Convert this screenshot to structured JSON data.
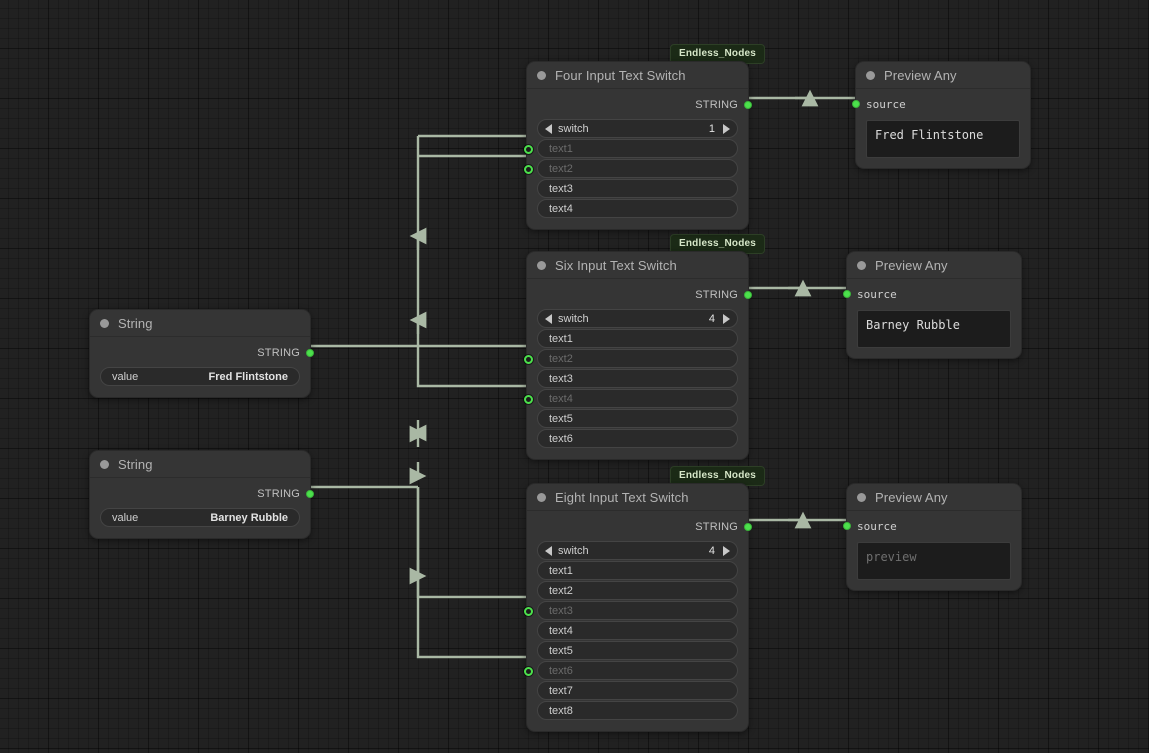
{
  "canvas": {
    "background_color": "#212121",
    "grid_color": "#1a1a1a",
    "wire_color": "#a9b8a4"
  },
  "badges": [
    {
      "label": "Endless_Nodes"
    },
    {
      "label": "Endless_Nodes"
    },
    {
      "label": "Endless_Nodes"
    }
  ],
  "nodes": {
    "string_fred": {
      "title": "String",
      "output": {
        "label": "STRING",
        "color": "#4ce04c"
      },
      "widget": {
        "label": "value",
        "value": "Fred Flintstone"
      }
    },
    "string_barney": {
      "title": "String",
      "output": {
        "label": "STRING",
        "color": "#4ce04c"
      },
      "widget": {
        "label": "value",
        "value": "Barney Rubble"
      }
    },
    "four_switch": {
      "title": "Four Input Text Switch",
      "badge": "Endless_Nodes",
      "output": {
        "label": "STRING",
        "color": "#4ce04c"
      },
      "switch": {
        "label": "switch",
        "value": "1",
        "left_icon": "triangle-left-icon",
        "right_icon": "triangle-right-icon"
      },
      "inputs": [
        {
          "label": "text1",
          "connected": true
        },
        {
          "label": "text2",
          "connected": true
        },
        {
          "label": "text3",
          "connected": false
        },
        {
          "label": "text4",
          "connected": false
        }
      ]
    },
    "six_switch": {
      "title": "Six Input Text Switch",
      "badge": "Endless_Nodes",
      "output": {
        "label": "STRING",
        "color": "#4ce04c"
      },
      "switch": {
        "label": "switch",
        "value": "4",
        "left_icon": "triangle-left-icon",
        "right_icon": "triangle-right-icon"
      },
      "inputs": [
        {
          "label": "text1",
          "connected": false
        },
        {
          "label": "text2",
          "connected": true
        },
        {
          "label": "text3",
          "connected": false
        },
        {
          "label": "text4",
          "connected": true
        },
        {
          "label": "text5",
          "connected": false
        },
        {
          "label": "text6",
          "connected": false
        }
      ]
    },
    "eight_switch": {
      "title": "Eight Input Text Switch",
      "badge": "Endless_Nodes",
      "output": {
        "label": "STRING",
        "color": "#4ce04c"
      },
      "switch": {
        "label": "switch",
        "value": "4",
        "left_icon": "triangle-left-icon",
        "right_icon": "triangle-right-icon"
      },
      "inputs": [
        {
          "label": "text1",
          "connected": false
        },
        {
          "label": "text2",
          "connected": false
        },
        {
          "label": "text3",
          "connected": true
        },
        {
          "label": "text4",
          "connected": false
        },
        {
          "label": "text5",
          "connected": false
        },
        {
          "label": "text6",
          "connected": true
        },
        {
          "label": "text7",
          "connected": false
        },
        {
          "label": "text8",
          "connected": false
        }
      ]
    },
    "preview_top": {
      "title": "Preview Any",
      "input": {
        "label": "source",
        "color": "#4ce04c"
      },
      "text": "Fred Flintstone",
      "is_placeholder": false
    },
    "preview_mid": {
      "title": "Preview Any",
      "input": {
        "label": "source",
        "color": "#4ce04c"
      },
      "text": "Barney Rubble",
      "is_placeholder": false
    },
    "preview_bottom": {
      "title": "Preview Any",
      "input": {
        "label": "source",
        "color": "#4ce04c"
      },
      "text": "preview",
      "is_placeholder": true
    }
  }
}
